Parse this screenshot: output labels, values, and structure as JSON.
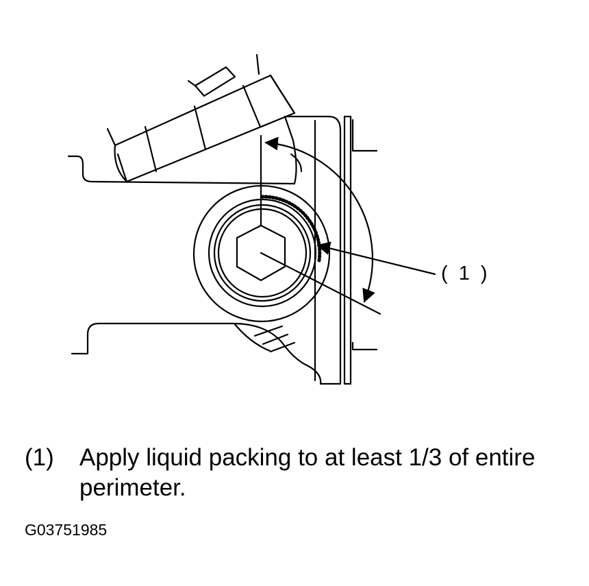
{
  "diagram": {
    "callout_label": "( 1 )"
  },
  "caption": {
    "number": "(1)",
    "text": "Apply liquid packing to at least 1/3 of entire perimeter."
  },
  "figure_id": "G03751985"
}
